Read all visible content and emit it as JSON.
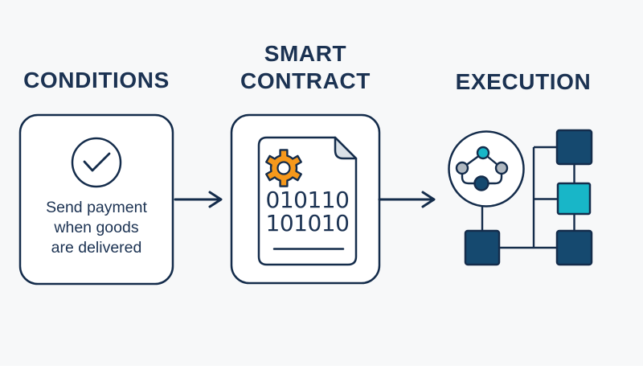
{
  "diagram_title": "smart-contract-flow",
  "conditions": {
    "heading": "CONDITIONS",
    "card_lines": [
      "Send payment",
      "when goods",
      "are delivered"
    ],
    "icon": "check-circle-icon"
  },
  "smart_contract": {
    "heading_lines": [
      "SMART",
      "CONTRACT"
    ],
    "binary_lines": [
      "010110",
      "101010"
    ],
    "icon": "document-gear-icon"
  },
  "execution": {
    "heading": "EXECUTION",
    "icon": "network-blocks-icon"
  },
  "colors": {
    "background": "#F7F8F9",
    "panel_fill": "#FFFFFF",
    "navy_stroke": "#142C4B",
    "navy_text": "#1B3252",
    "square_fill": "#15496F",
    "teal": "#18B6C8",
    "node_gray": "#B0B8C0",
    "gear_orange": "#F6981B",
    "fold_gray": "#DAE1E8"
  }
}
